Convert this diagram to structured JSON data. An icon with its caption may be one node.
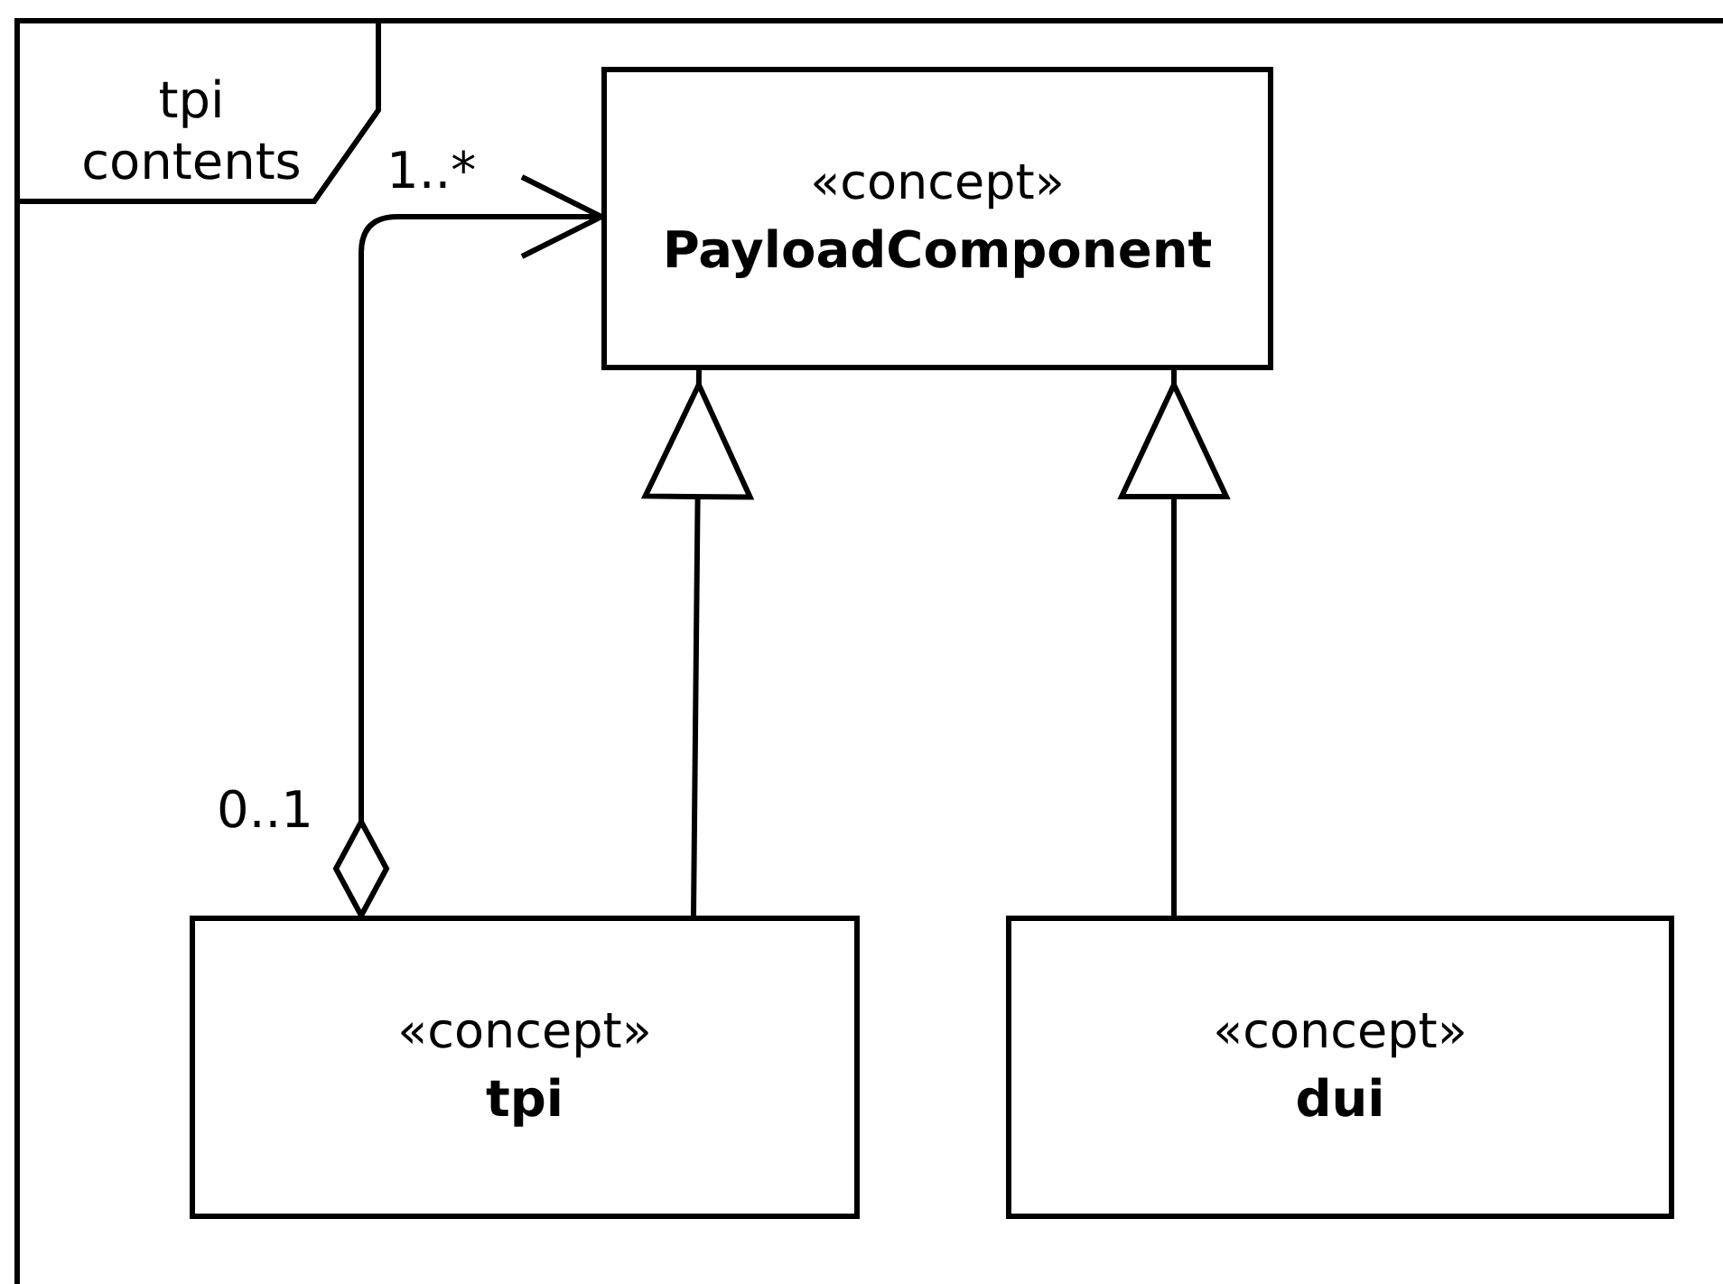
{
  "diagram": {
    "nodes": [
      {
        "text": [
          "tpi contents"
        ]
      },
      {
        "text": [
          "«concept»",
          "PayloadComponent"
        ],
        "in": 0
      },
      {
        "text": [
          "«concept»",
          "tpi"
        ],
        "in": 0
      },
      {
        "text": [
          "«concept»",
          "dui"
        ],
        "in": 0
      }
    ],
    "edges": [
      {
        "from": 2,
        "to": 1,
        "arrow": "to"
      },
      {
        "from": 2,
        "to": 1,
        "arrow": "to"
      },
      {
        "from": 3,
        "to": 1,
        "arrow": "to"
      }
    ],
    "labels": [
      "1..*",
      "0..1"
    ]
  }
}
